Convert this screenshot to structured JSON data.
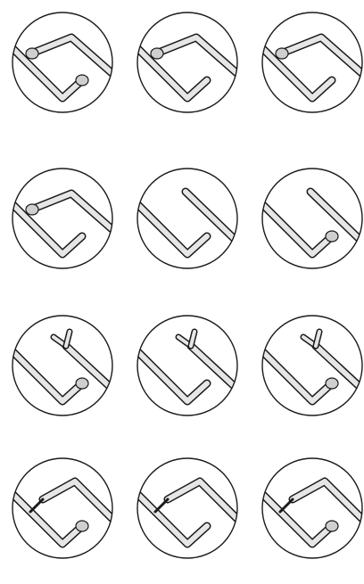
{
  "figure": {
    "grid": {
      "rows": 4,
      "cols": 3
    },
    "colors": {
      "outline": "#1a1a1a",
      "tube_fill": "#e6e6e6",
      "background": "#ffffff"
    },
    "rows": [
      {
        "name": "row-1",
        "items": [
          {
            "upper_end": "bulb",
            "lower_end": "bulb"
          },
          {
            "upper_end": "bulb",
            "lower_end": "rounded"
          },
          {
            "upper_end": "bulb",
            "lower_end": "rounded"
          }
        ]
      },
      {
        "name": "row-2",
        "items": [
          {
            "upper_end": "bulb",
            "lower_end": "rounded"
          },
          {
            "upper_end": "rounded",
            "lower_end": "rounded"
          },
          {
            "upper_end": "rounded",
            "lower_end": "bulb"
          }
        ]
      },
      {
        "name": "row-3",
        "items": [
          {
            "upper_end": "forked",
            "lower_end": "bulb"
          },
          {
            "upper_end": "forked",
            "lower_end": "rounded"
          },
          {
            "upper_end": "forked",
            "lower_end": "bulb"
          }
        ]
      },
      {
        "name": "row-4",
        "items": [
          {
            "upper_end": "pointed",
            "lower_end": "bulb"
          },
          {
            "upper_end": "pointed",
            "lower_end": "rounded"
          },
          {
            "upper_end": "pointed",
            "lower_end": "bulb"
          }
        ]
      }
    ]
  }
}
